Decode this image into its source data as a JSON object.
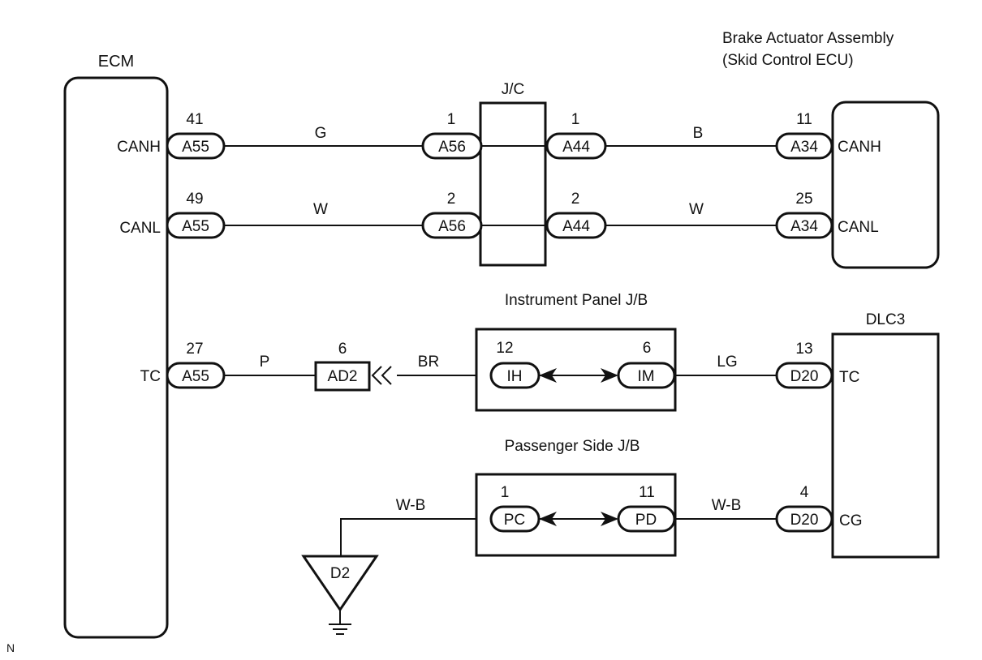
{
  "components": {
    "ecm": {
      "title": "ECM",
      "pins": {
        "canh": "CANH",
        "canl": "CANL",
        "tc": "TC"
      }
    },
    "jc": {
      "title": "J/C"
    },
    "brake": {
      "title_line1": "Brake Actuator Assembly",
      "title_line2": "(Skid Control ECU)",
      "pins": {
        "canh": "CANH",
        "canl": "CANL"
      }
    },
    "ipjb": {
      "title": "Instrument Panel J/B"
    },
    "psjb": {
      "title": "Passenger Side J/B"
    },
    "dlc3": {
      "title": "DLC3",
      "pins": {
        "tc": "TC",
        "cg": "CG"
      }
    }
  },
  "connectors": {
    "a55_canh": {
      "code": "A55",
      "pin": "41"
    },
    "a55_canl": {
      "code": "A55",
      "pin": "49"
    },
    "a55_tc": {
      "code": "A55",
      "pin": "27"
    },
    "a56_1": {
      "code": "A56",
      "pin": "1"
    },
    "a56_2": {
      "code": "A56",
      "pin": "2"
    },
    "a44_1": {
      "code": "A44",
      "pin": "1"
    },
    "a44_2": {
      "code": "A44",
      "pin": "2"
    },
    "a34_canh": {
      "code": "A34",
      "pin": "11"
    },
    "a34_canl": {
      "code": "A34",
      "pin": "25"
    },
    "ad2": {
      "code": "AD2",
      "pin": "6"
    },
    "ih": {
      "code": "IH",
      "pin": "12"
    },
    "im": {
      "code": "IM",
      "pin": "6"
    },
    "d20_tc": {
      "code": "D20",
      "pin": "13"
    },
    "pc": {
      "code": "PC",
      "pin": "1"
    },
    "pd": {
      "code": "PD",
      "pin": "11"
    },
    "d20_cg": {
      "code": "D20",
      "pin": "4"
    }
  },
  "wires": {
    "ecm_jc_canh": "G",
    "jc_brake_canh": "B",
    "ecm_jc_canl": "W",
    "jc_brake_canl": "W",
    "ecm_ad2": "P",
    "ad2_ih": "BR",
    "im_dlc3": "LG",
    "ground_pc": "W-B",
    "pd_dlc3": "W-B"
  },
  "ground": {
    "code": "D2"
  },
  "corner_mark": "N"
}
